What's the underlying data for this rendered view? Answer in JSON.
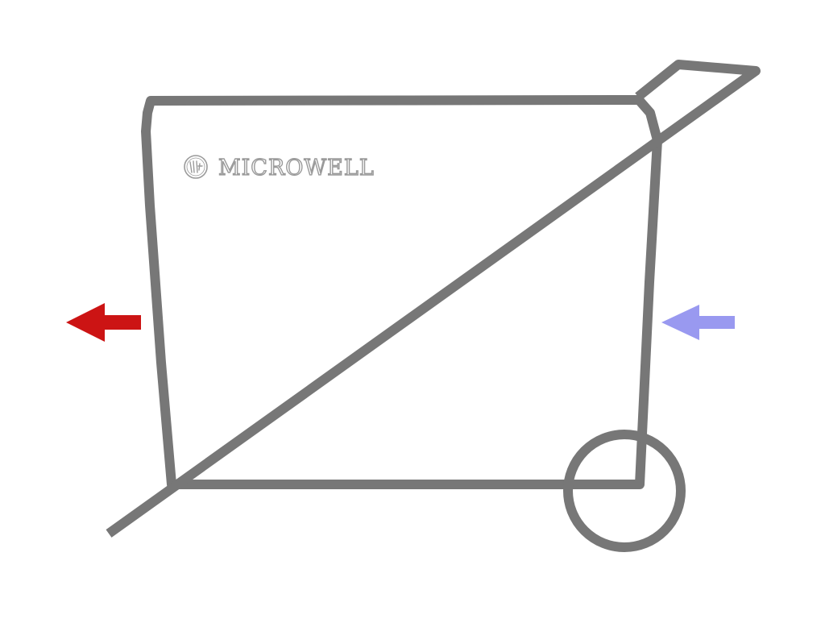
{
  "diagram": {
    "brand": {
      "logo_name": "microwell-logo-icon",
      "text": "MICROWELL"
    },
    "colors": {
      "outline": "#777777",
      "brand_text": "#9a9a9a",
      "arrow_warm": "#cc1414",
      "arrow_cool": "#9999f0"
    },
    "arrows": [
      {
        "name": "warm-air-out-arrow-icon",
        "direction": "left"
      },
      {
        "name": "cool-air-in-arrow-icon",
        "direction": "left"
      }
    ]
  }
}
